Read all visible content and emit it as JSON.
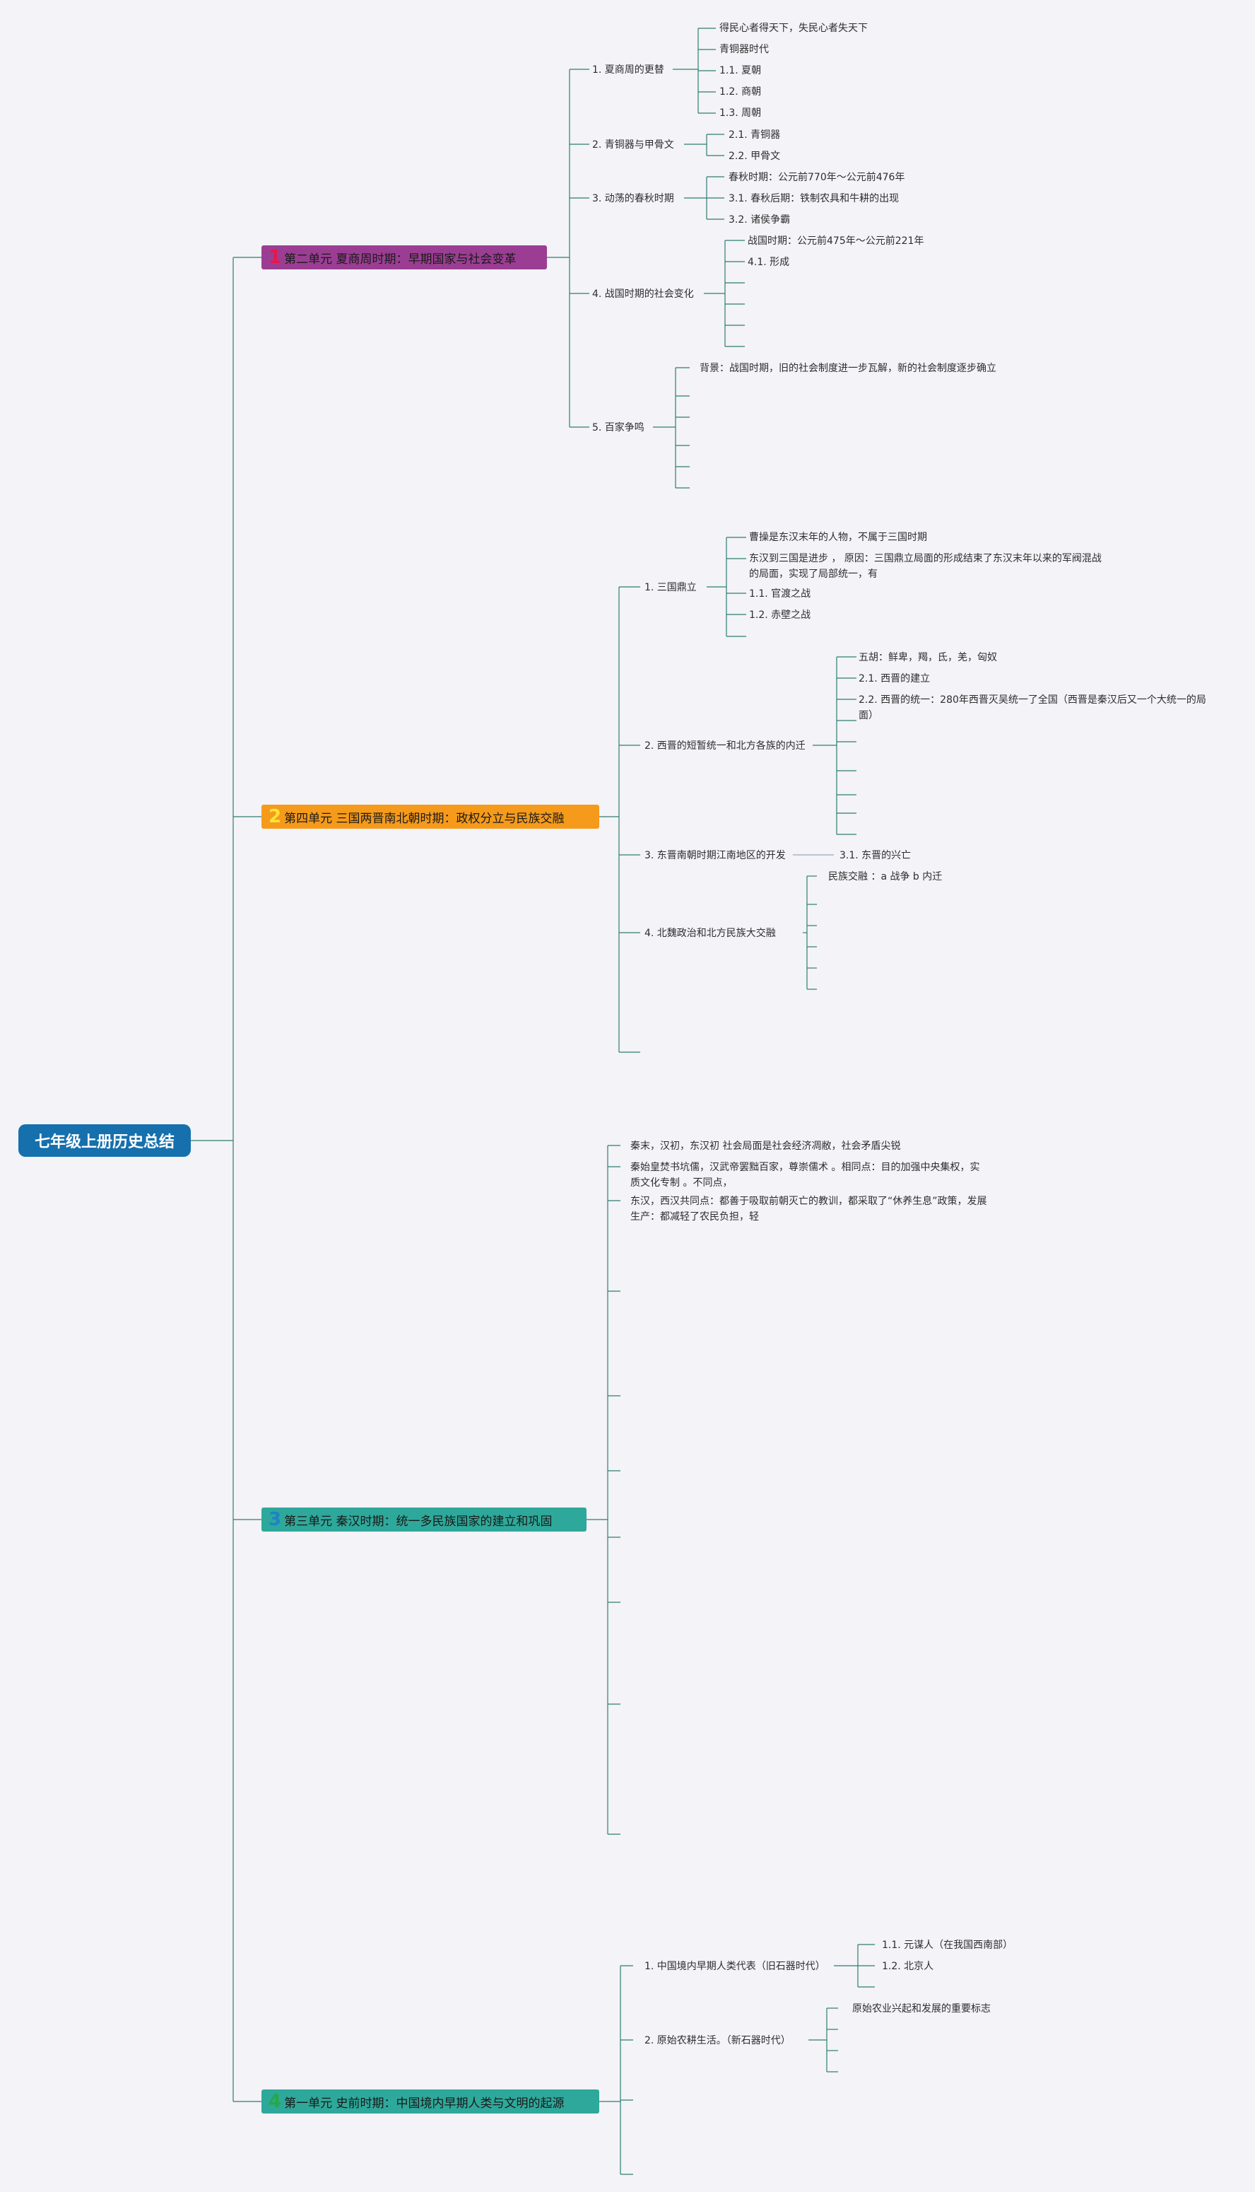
{
  "root": {
    "title": "七年级上册历史总结"
  },
  "units": [
    {
      "num": "1",
      "title": "第二单元 夏商周时期：早期国家与社会变革",
      "color": "#9b3e93",
      "num_color": "#e8164a"
    },
    {
      "num": "2",
      "title": "第四单元 三国两晋南北朝时期：政权分立与民族交融",
      "color": "#f59a1b",
      "num_color": "#ffe43a"
    },
    {
      "num": "3",
      "title": "第三单元 秦汉时期：统一多民族国家的建立和巩固",
      "color": "#2ea89a",
      "num_color": "#1e82c8"
    },
    {
      "num": "4",
      "title": "第一单元 史前时期：中国境内早期人类与文明的起源",
      "color": "#2ea89a",
      "num_color": "#26a74a"
    }
  ],
  "unit1": {
    "topics": [
      "1. 夏商周的更替",
      "2. 青铜器与甲骨文",
      "3. 动荡的春秋时期",
      "4. 战国时期的社会变化",
      "5. 百家争鸣"
    ],
    "t1_items": [
      "得民心者得天下，失民心者失天下",
      "青铜器时代",
      "1.1. 夏朝",
      "1.2. 商朝",
      "1.3. 周朝"
    ],
    "t2_items": [
      "2.1. 青铜器",
      "2.2. 甲骨文"
    ],
    "t3_items": [
      "春秋时期：公元前770年～公元前476年",
      "3.1. 春秋后期：铁制农具和牛耕的出现",
      "3.2. 诸侯争霸"
    ],
    "t4_items": [
      "战国时期：公元前475年～公元前221年",
      "4.1. 形成"
    ],
    "t5_items": [
      "背景：战国时期，旧的社会制度进一步瓦解，新的社会制度逐步确立"
    ]
  },
  "unit2": {
    "topics": [
      "1. 三国鼎立",
      "2. 西晋的短暂统一和北方各族的内迁",
      "3. 东晋南朝时期江南地区的开发",
      "4. 北魏政治和北方民族大交融"
    ],
    "t1_items": [
      "曹操是东汉末年的人物，不属于三国时期",
      "东汉到三国是进步 ，  原因：三国鼎立局面的形成结束了东汉末年以来的军阀混战的局面，实现了局部统一，有",
      "1.1. 官渡之战",
      "1.2. 赤壁之战"
    ],
    "t2_items": [
      "五胡：鲜卑，羯，氐，羌，匈奴",
      "2.1. 西晋的建立",
      "2.2. 西晋的统一：280年西晋灭吴统一了全国（西晋是秦汉后又一个大统一的局面）"
    ],
    "t3_items": [
      "3.1. 东晋的兴亡"
    ],
    "t4_items": [
      "民族交融 ：a 战争 b 内迁"
    ]
  },
  "unit3": {
    "items": [
      "秦末，汉初，东汉初 社会局面是社会经济凋敝，社会矛盾尖锐",
      "秦始皇焚书坑儒，汉武帝罢黜百家，尊崇儒术 。相同点：目的加强中央集权，实质文化专制 。不同点，",
      "东汉，西汉共同点：都善于吸取前朝灭亡的教训，都采取了“休养生息”政策，发展生产：都减轻了农民负担，轻"
    ]
  },
  "unit4": {
    "topics": [
      "1. 中国境内早期人类代表（旧石器时代）",
      "2. 原始农耕生活。（新石器时代）"
    ],
    "t1_items": [
      "1.1. 元谋人（在我国西南部）",
      "1.2. 北京人"
    ],
    "t2_items": [
      "原始农业兴起和发展的重要标志"
    ]
  }
}
